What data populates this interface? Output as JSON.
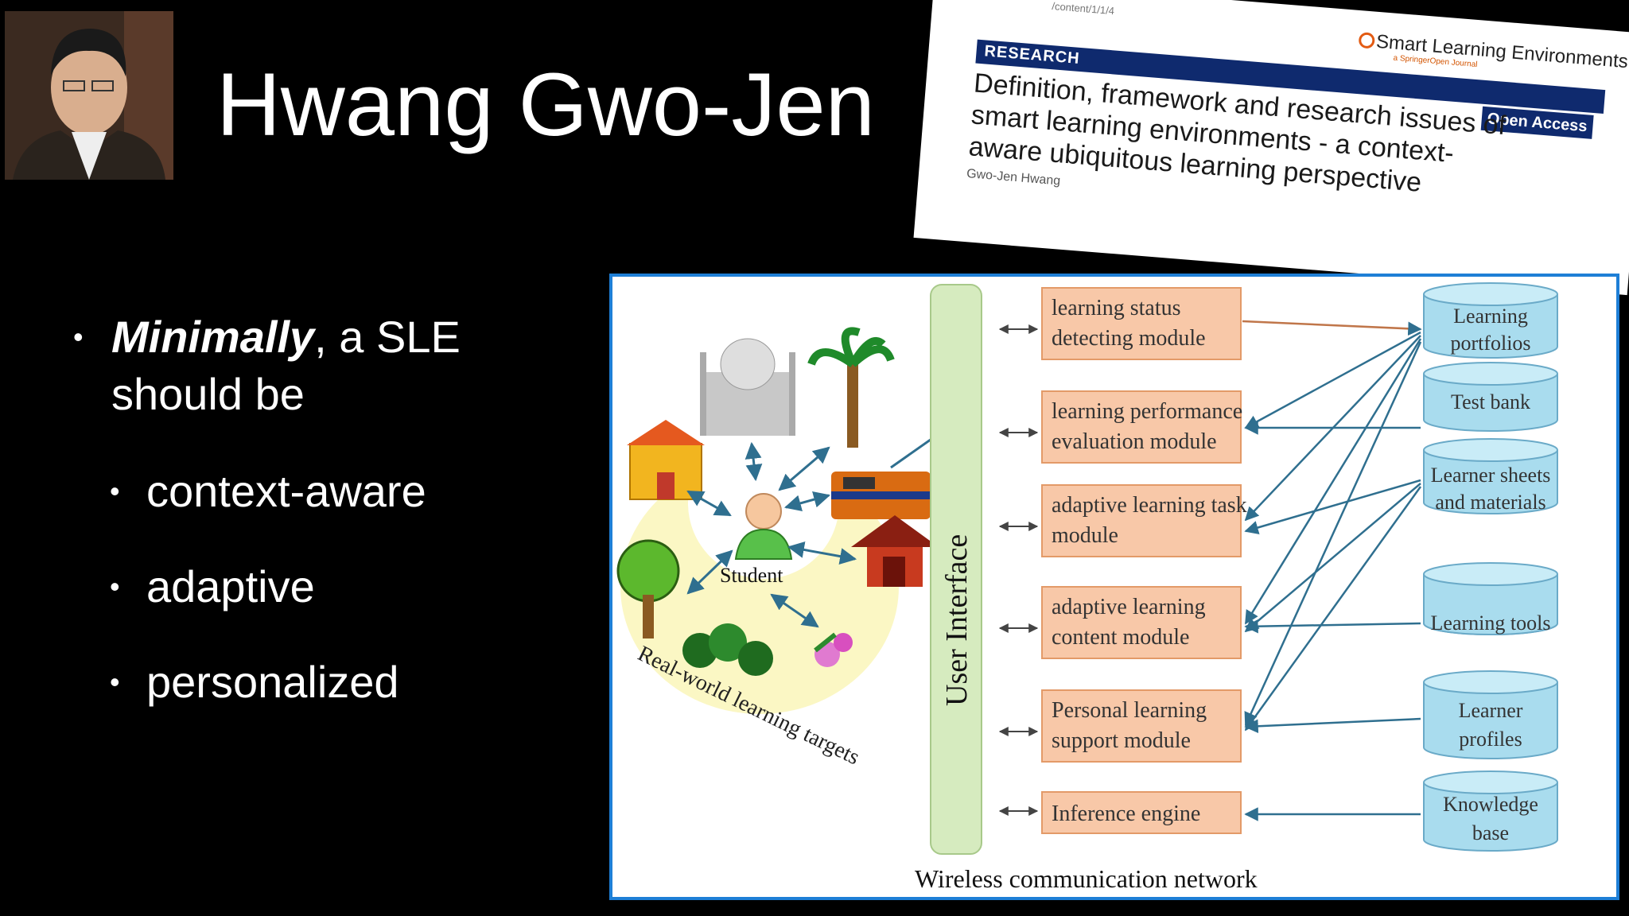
{
  "slide": {
    "title": "Hwang Gwo-Jen",
    "bullets": {
      "main_emph": "Minimally",
      "main_rest": ", a SLE should be",
      "sub": [
        "context-aware",
        "adaptive",
        "personalized"
      ]
    }
  },
  "article": {
    "url": "/content/1/1/4",
    "journal": "Smart Learning Environments",
    "journal_sub": "a SpringerOpen Journal",
    "section": "RESEARCH",
    "access": "Open Access",
    "title": "Definition, framework and research issues of smart learning environments - a context-aware ubiquitous learning perspective",
    "author": "Gwo-Jen Hwang"
  },
  "diagram": {
    "student": "Student",
    "targets": "Real-world learning targets",
    "interface": "User Interface",
    "network": "Wireless communication network",
    "modules": [
      "learning status detecting module",
      "learning performance evaluation module",
      "adaptive learning task module",
      "adaptive learning content module",
      "Personal learning support module",
      "Inference engine"
    ],
    "databases": [
      "Learning portfolios",
      "Test bank",
      "Learner sheets and materials",
      "Learning tools",
      "Learner profiles",
      "Knowledge base"
    ],
    "colors": {
      "module_fill": "#f8c8a8",
      "db_fill": "#a9dcee",
      "interface_fill": "#d6ebbf",
      "arrow": "#2f6f8f",
      "border": "#1e7fd6"
    }
  }
}
